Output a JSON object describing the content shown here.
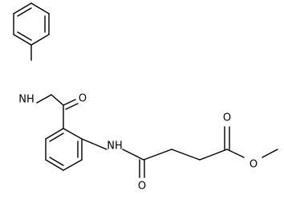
{
  "molecule": {
    "atom_labels": {
      "nh_amide_1": "NH",
      "o_carbonyl_1": "O",
      "nh_amide_2": "NH",
      "o_carbonyl_2": "O",
      "o_carbonyl_ester": "O",
      "o_ester": "O"
    }
  }
}
